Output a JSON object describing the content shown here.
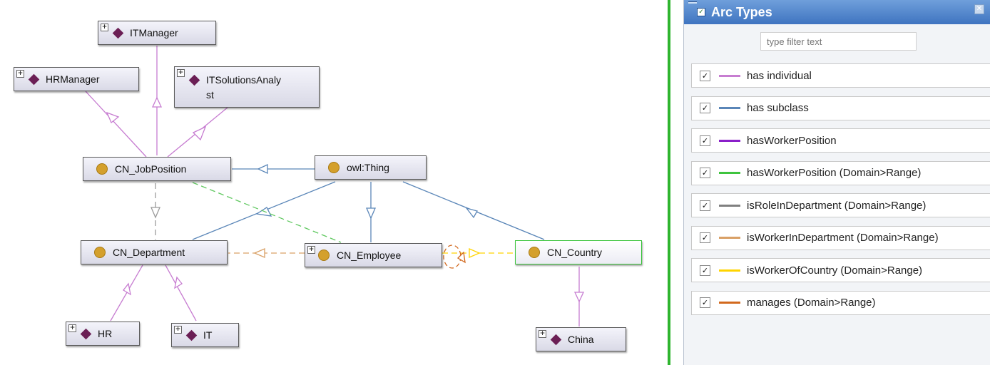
{
  "graph": {
    "nodes": {
      "itmanager": {
        "label": "ITManager",
        "icon": "individual-diamond-icon"
      },
      "hrmanager": {
        "label": "HRManager",
        "icon": "individual-diamond-icon"
      },
      "itsolutions": {
        "label": "ITSolutionsAnalyst",
        "icon": "individual-diamond-icon"
      },
      "jobposition": {
        "label": "CN_JobPosition",
        "icon": "class-dot-icon"
      },
      "owlthing": {
        "label": "owl:Thing",
        "icon": "class-dot-icon"
      },
      "department": {
        "label": "CN_Department",
        "icon": "class-dot-icon"
      },
      "employee": {
        "label": "CN_Employee",
        "icon": "class-dot-icon"
      },
      "country": {
        "label": "CN_Country",
        "icon": "class-dot-icon"
      },
      "hr": {
        "label": "HR",
        "icon": "individual-diamond-icon"
      },
      "it": {
        "label": "IT",
        "icon": "individual-diamond-icon"
      },
      "china": {
        "label": "China",
        "icon": "individual-diamond-icon"
      }
    },
    "colors": {
      "class_dot": "#d4a02c",
      "individual_diamond": "#6b1f55",
      "selected_border": "#39c43a"
    }
  },
  "panel": {
    "title": "Arc Types",
    "filter_placeholder": "type filter text",
    "arc_types": [
      {
        "label": "has individual",
        "color": "#c77dd1",
        "checked": true
      },
      {
        "label": "has subclass",
        "color": "#5a86b8",
        "checked": true
      },
      {
        "label": "hasWorkerPosition",
        "color": "#8a1fc9",
        "checked": true
      },
      {
        "label": "hasWorkerPosition (Domain>Range)",
        "color": "#3ec43e",
        "checked": true
      },
      {
        "label": "isRoleInDepartment (Domain>Range)",
        "color": "#808080",
        "checked": true
      },
      {
        "label": "isWorkerInDepartment (Domain>Range)",
        "color": "#d9a066",
        "checked": true
      },
      {
        "label": "isWorkerOfCountry (Domain>Range)",
        "color": "#ffd400",
        "checked": true
      },
      {
        "label": "manages (Domain>Range)",
        "color": "#d2691e",
        "checked": true
      }
    ]
  }
}
